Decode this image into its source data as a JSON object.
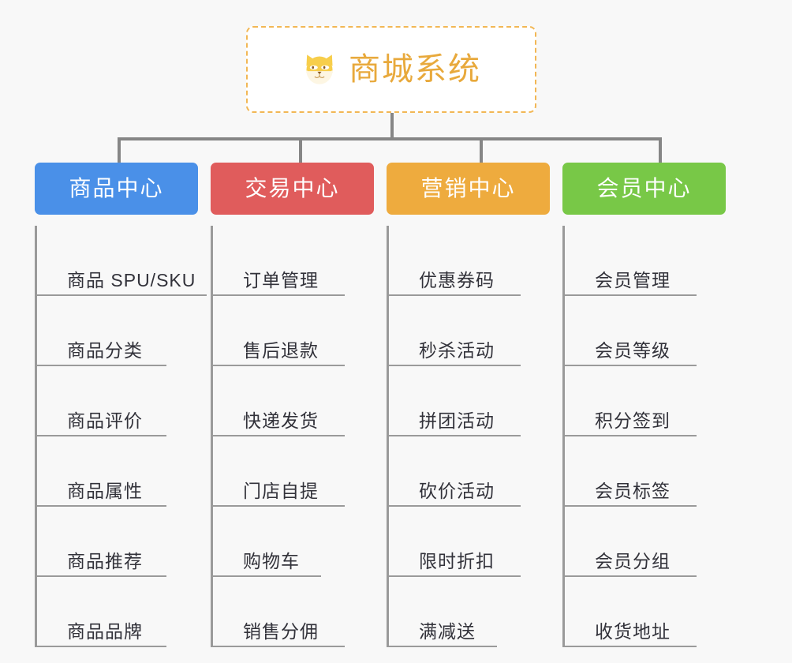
{
  "canvas": {
    "background": "#f8f8f8"
  },
  "root": {
    "title": "商城系统",
    "icon": "shiba-inu-icon",
    "text_color": "#e8a93c",
    "border_color": "#f2b755",
    "fill_color": "#ffffff"
  },
  "connectors": {
    "color": "#868686"
  },
  "columns": [
    {
      "label": "商品中心",
      "color": "#4a90e8",
      "items": [
        "商品 SPU/SKU",
        "商品分类",
        "商品评价",
        "商品属性",
        "商品推荐",
        "商品品牌"
      ]
    },
    {
      "label": "交易中心",
      "color": "#e05c5c",
      "items": [
        "订单管理",
        "售后退款",
        "快递发货",
        "门店自提",
        "购物车",
        "销售分佣"
      ]
    },
    {
      "label": "营销中心",
      "color": "#eeab3e",
      "items": [
        "优惠券码",
        "秒杀活动",
        "拼团活动",
        "砍价活动",
        "限时折扣",
        "满减送"
      ]
    },
    {
      "label": "会员中心",
      "color": "#78c847",
      "items": [
        "会员管理",
        "会员等级",
        "积分签到",
        "会员标签",
        "会员分组",
        "收货地址"
      ]
    }
  ]
}
